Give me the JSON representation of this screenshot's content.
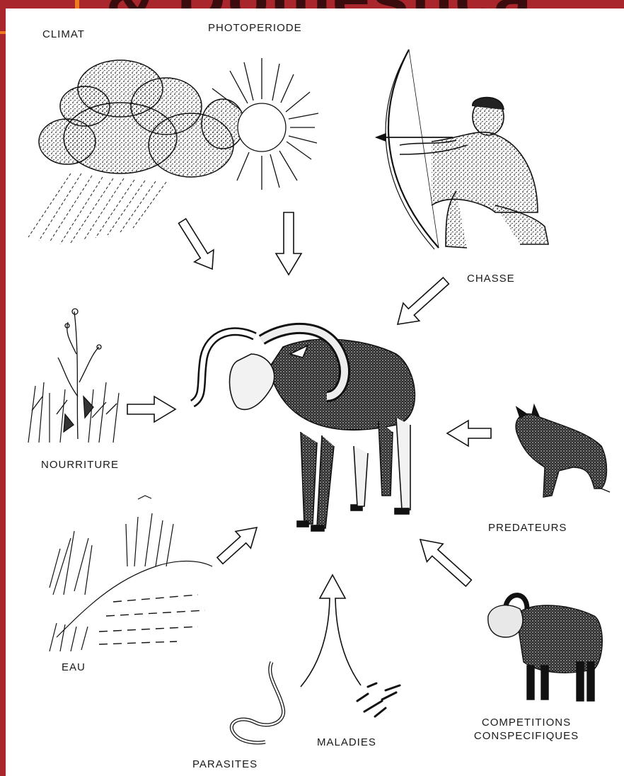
{
  "labels": {
    "climat": "CLIMAT",
    "photoperiode": "PHOTOPERIODE",
    "chasse": "CHASSE",
    "nourriture": "NOURRITURE",
    "predateurs": "PREDATEURS",
    "eau": "EAU",
    "competitions_line1": "COMPETITIONS",
    "competitions_line2": "CONSPECIFIQUES",
    "maladies": "MALADIES",
    "parasites": "PARASITES"
  },
  "colors": {
    "frame": "#a8262c",
    "banner_text": "#3a0c0e",
    "accent": "#f07a1e",
    "ink": "#1a1a1a"
  }
}
